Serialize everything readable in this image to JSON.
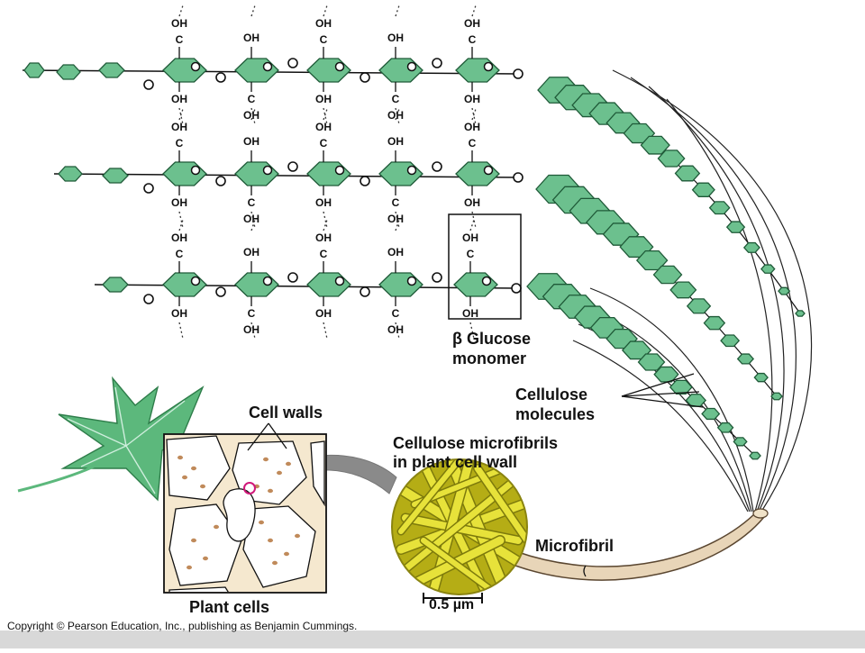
{
  "labels": {
    "glucose_line1": "β Glucose",
    "glucose_line2": "monomer",
    "molecules_line1": "Cellulose",
    "molecules_line2": "molecules",
    "microfibrils_line1": "Cellulose microfibrils",
    "microfibrils_line2": "in plant cell wall",
    "cell_walls": "Cell walls",
    "plant_cells": "Plant cells",
    "microfibril": "Microfibril",
    "scale_bar": "0.5 µm"
  },
  "chemistry": {
    "hydroxyl": "OH",
    "carbon": "C",
    "oxygen": "O"
  },
  "copyright": "Copyright © Pearson Education, Inc., publishing as Benjamin Cummings.",
  "colors": {
    "ring_fill": "#6cc08e",
    "ring_stroke": "#1f5a38",
    "leaf": "#5cb87c",
    "cell_wall": "#f5e8cf",
    "fibril_yellow": "#c9c21e",
    "arrow_gray": "#8a8a8a",
    "highlight_magenta": "#d0187a"
  }
}
